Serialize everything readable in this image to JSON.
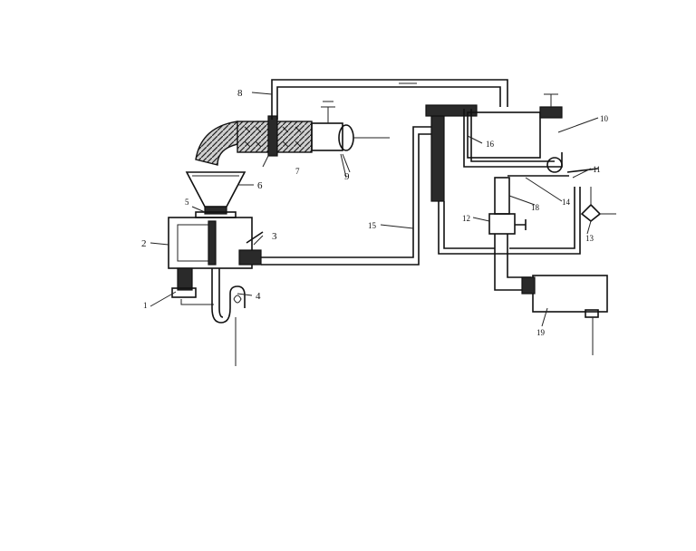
{
  "labels": {
    "n1": "1",
    "n2": "2",
    "n3": "3",
    "n4": "4",
    "n5": "5",
    "n6": "6",
    "n7": "7",
    "n8": "8",
    "n9": "9",
    "n10": "10",
    "n11": "11",
    "n12": "12",
    "n13": "13",
    "n14": "14",
    "n15": "15",
    "n16": "16",
    "n18": "18",
    "n19": "19"
  },
  "style": {
    "ink_color": "#111111",
    "background": "#ffffff"
  }
}
